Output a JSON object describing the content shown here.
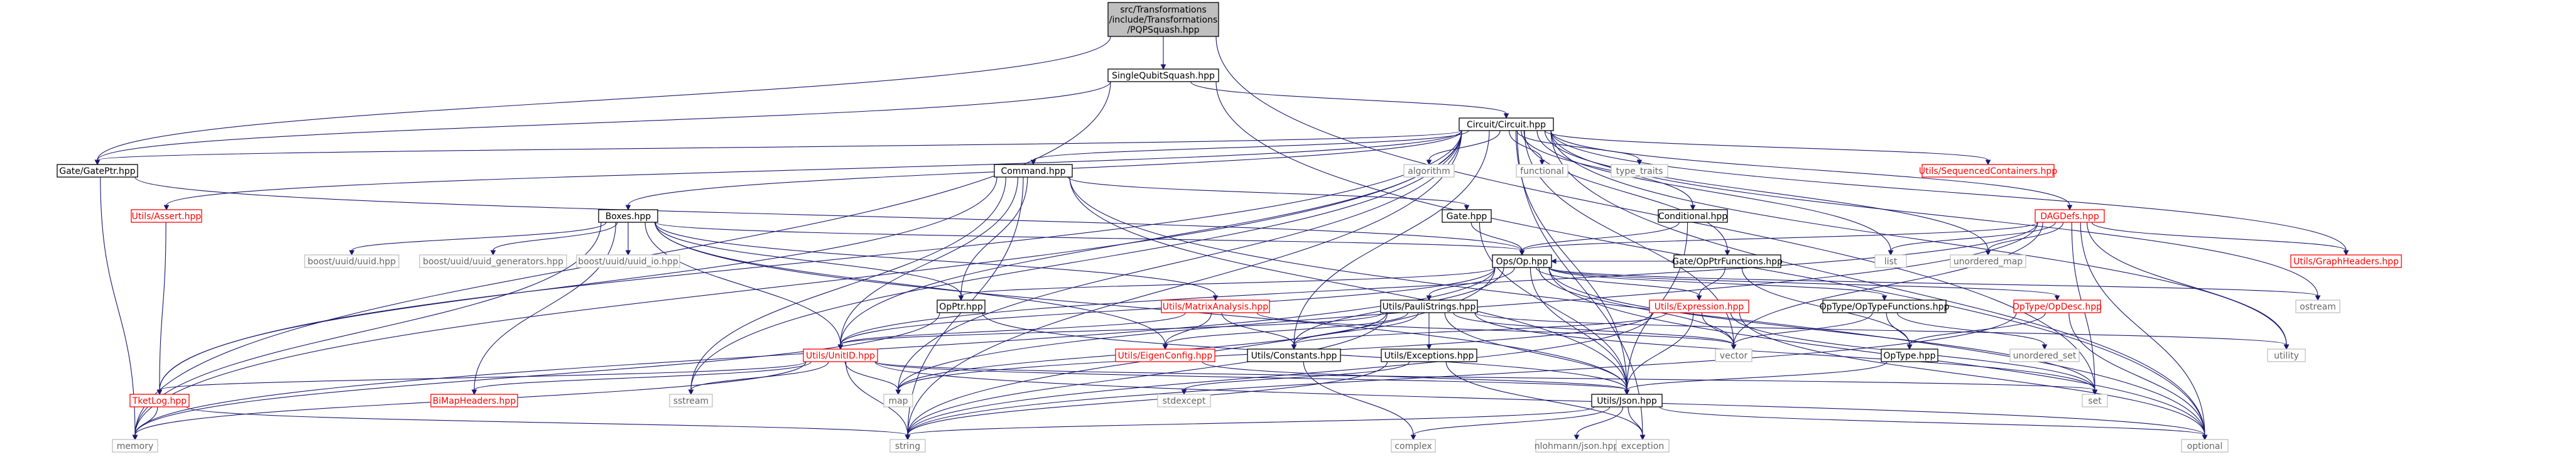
{
  "graph": {
    "nodes": [
      {
        "id": "pq",
        "lines": [
          "src/Transformations",
          "/include/Transformations",
          "/PQPSquash.hpp"
        ],
        "style": "main"
      },
      {
        "id": "sqs",
        "lines": [
          "SingleQubitSquash.hpp"
        ],
        "style": "std"
      },
      {
        "id": "circ",
        "lines": [
          "Circuit/Circuit.hpp"
        ],
        "style": "std"
      },
      {
        "id": "gateptr",
        "lines": [
          "Gate/GatePtr.hpp"
        ],
        "style": "std"
      },
      {
        "id": "command",
        "lines": [
          "Command.hpp"
        ],
        "style": "std"
      },
      {
        "id": "boxes",
        "lines": [
          "Boxes.hpp"
        ],
        "style": "std"
      },
      {
        "id": "gatehpp",
        "lines": [
          "Gate.hpp"
        ],
        "style": "std"
      },
      {
        "id": "conditional",
        "lines": [
          "Conditional.hpp"
        ],
        "style": "std"
      },
      {
        "id": "opptrfun",
        "lines": [
          "Gate/OpPtrFunctions.hpp"
        ],
        "style": "std"
      },
      {
        "id": "ophpp",
        "lines": [
          "Ops/Op.hpp"
        ],
        "style": "std"
      },
      {
        "id": "opptr",
        "lines": [
          "OpPtr.hpp"
        ],
        "style": "std"
      },
      {
        "id": "paulistrings",
        "lines": [
          "Utils/PauliStrings.hpp"
        ],
        "style": "std"
      },
      {
        "id": "optypefun",
        "lines": [
          "OpType/OpTypeFunctions.hpp"
        ],
        "style": "std"
      },
      {
        "id": "optype",
        "lines": [
          "OpType.hpp"
        ],
        "style": "std"
      },
      {
        "id": "constants",
        "lines": [
          "Utils/Constants.hpp"
        ],
        "style": "std"
      },
      {
        "id": "exceptions",
        "lines": [
          "Utils/Exceptions.hpp"
        ],
        "style": "std"
      },
      {
        "id": "json",
        "lines": [
          "Utils/Json.hpp"
        ],
        "style": "std"
      },
      {
        "id": "seqcont",
        "lines": [
          "Utils/SequencedContainers.hpp"
        ],
        "style": "red"
      },
      {
        "id": "dagdefs",
        "lines": [
          "DAGDefs.hpp"
        ],
        "style": "red"
      },
      {
        "id": "graphheaders",
        "lines": [
          "Utils/GraphHeaders.hpp"
        ],
        "style": "red"
      },
      {
        "id": "assert",
        "lines": [
          "Utils/Assert.hpp"
        ],
        "style": "red"
      },
      {
        "id": "tketlog",
        "lines": [
          "TketLog.hpp"
        ],
        "style": "red"
      },
      {
        "id": "matrixanalysis",
        "lines": [
          "Utils/MatrixAnalysis.hpp"
        ],
        "style": "red"
      },
      {
        "id": "expression",
        "lines": [
          "Utils/Expression.hpp"
        ],
        "style": "red"
      },
      {
        "id": "opdesc",
        "lines": [
          "OpType/OpDesc.hpp"
        ],
        "style": "red"
      },
      {
        "id": "eigenconfig",
        "lines": [
          "Utils/EigenConfig.hpp"
        ],
        "style": "red"
      },
      {
        "id": "unitid",
        "lines": [
          "Utils/UnitID.hpp"
        ],
        "style": "red"
      },
      {
        "id": "bimapheaders",
        "lines": [
          "BiMapHeaders.hpp"
        ],
        "style": "red"
      },
      {
        "id": "algorithm",
        "lines": [
          "algorithm"
        ],
        "style": "ext"
      },
      {
        "id": "functional",
        "lines": [
          "functional"
        ],
        "style": "ext"
      },
      {
        "id": "type_traits",
        "lines": [
          "type_traits"
        ],
        "style": "ext"
      },
      {
        "id": "list",
        "lines": [
          "list"
        ],
        "style": "ext"
      },
      {
        "id": "unordered_map",
        "lines": [
          "unordered_map"
        ],
        "style": "ext"
      },
      {
        "id": "boost_uuid",
        "lines": [
          "boost/uuid/uuid.hpp"
        ],
        "style": "ext"
      },
      {
        "id": "boost_uuid_gen",
        "lines": [
          "boost/uuid/uuid_generators.hpp"
        ],
        "style": "ext"
      },
      {
        "id": "boost_uuid_io",
        "lines": [
          "boost/uuid/uuid_io.hpp"
        ],
        "style": "ext"
      },
      {
        "id": "ostream",
        "lines": [
          "ostream"
        ],
        "style": "ext"
      },
      {
        "id": "vector",
        "lines": [
          "vector"
        ],
        "style": "ext"
      },
      {
        "id": "utility",
        "lines": [
          "utility"
        ],
        "style": "ext"
      },
      {
        "id": "unordered_set",
        "lines": [
          "unordered_set"
        ],
        "style": "ext"
      },
      {
        "id": "set",
        "lines": [
          "set"
        ],
        "style": "ext"
      },
      {
        "id": "map",
        "lines": [
          "map"
        ],
        "style": "ext"
      },
      {
        "id": "stdexcept",
        "lines": [
          "stdexcept"
        ],
        "style": "ext"
      },
      {
        "id": "sstream",
        "lines": [
          "sstream"
        ],
        "style": "ext"
      },
      {
        "id": "memory",
        "lines": [
          "memory"
        ],
        "style": "ext"
      },
      {
        "id": "string",
        "lines": [
          "string"
        ],
        "style": "ext"
      },
      {
        "id": "complex",
        "lines": [
          "complex"
        ],
        "style": "ext"
      },
      {
        "id": "nlohmann",
        "lines": [
          "nlohmann/json.hpp"
        ],
        "style": "ext"
      },
      {
        "id": "exception",
        "lines": [
          "exception"
        ],
        "style": "ext"
      },
      {
        "id": "optional",
        "lines": [
          "optional"
        ],
        "style": "ext"
      }
    ],
    "edges": [
      [
        "pq",
        "sqs"
      ],
      [
        "pq",
        "gateptr"
      ],
      [
        "pq",
        "set"
      ],
      [
        "sqs",
        "circ"
      ],
      [
        "sqs",
        "gateptr"
      ],
      [
        "sqs",
        "memory"
      ],
      [
        "sqs",
        "optional"
      ],
      [
        "circ",
        "algorithm"
      ],
      [
        "circ",
        "functional"
      ],
      [
        "circ",
        "type_traits"
      ],
      [
        "circ",
        "seqcont"
      ],
      [
        "circ",
        "dagdefs"
      ],
      [
        "circ",
        "graphheaders"
      ],
      [
        "circ",
        "gateptr"
      ],
      [
        "circ",
        "command"
      ],
      [
        "circ",
        "boxes"
      ],
      [
        "circ",
        "conditional"
      ],
      [
        "circ",
        "opptrfun"
      ],
      [
        "circ",
        "assert"
      ],
      [
        "circ",
        "tketlog"
      ],
      [
        "circ",
        "unitid"
      ],
      [
        "circ",
        "constants"
      ],
      [
        "circ",
        "json"
      ],
      [
        "circ",
        "list"
      ],
      [
        "circ",
        "unordered_map"
      ],
      [
        "circ",
        "vector"
      ],
      [
        "circ",
        "map"
      ],
      [
        "circ",
        "memory"
      ],
      [
        "circ",
        "optional"
      ],
      [
        "circ",
        "sstream"
      ],
      [
        "circ",
        "string"
      ],
      [
        "circ",
        "exception"
      ],
      [
        "circ",
        "utility"
      ],
      [
        "circ",
        "ostream"
      ],
      [
        "command",
        "gatehpp"
      ],
      [
        "command",
        "opptr"
      ],
      [
        "command",
        "unitid"
      ],
      [
        "command",
        "sstream"
      ],
      [
        "command",
        "string"
      ],
      [
        "command",
        "json"
      ],
      [
        "command",
        "optional"
      ],
      [
        "command",
        "tketlog"
      ],
      [
        "gateptr",
        "ophpp"
      ],
      [
        "gateptr",
        "memory"
      ],
      [
        "boxes",
        "boost_uuid"
      ],
      [
        "boxes",
        "boost_uuid_gen"
      ],
      [
        "boxes",
        "boost_uuid_io"
      ],
      [
        "boxes",
        "ophpp"
      ],
      [
        "boxes",
        "opptr"
      ],
      [
        "boxes",
        "matrixanalysis"
      ],
      [
        "boxes",
        "eigenconfig"
      ],
      [
        "boxes",
        "unitid"
      ],
      [
        "boxes",
        "bimapheaders"
      ],
      [
        "boxes",
        "json"
      ],
      [
        "boxes",
        "memory"
      ],
      [
        "gatehpp",
        "ophpp"
      ],
      [
        "gatehpp",
        "json"
      ],
      [
        "conditional",
        "ophpp"
      ],
      [
        "conditional",
        "json"
      ],
      [
        "opptrfun",
        "ophpp"
      ],
      [
        "opptrfun",
        "expression"
      ],
      [
        "opptrfun",
        "optype"
      ],
      [
        "dagdefs",
        "list"
      ],
      [
        "dagdefs",
        "unordered_map"
      ],
      [
        "dagdefs",
        "graphheaders"
      ],
      [
        "dagdefs",
        "unitid"
      ],
      [
        "dagdefs",
        "ophpp"
      ],
      [
        "dagdefs",
        "vector"
      ],
      [
        "dagdefs",
        "set"
      ],
      [
        "dagdefs",
        "utility"
      ],
      [
        "dagdefs",
        "optional"
      ],
      [
        "dagdefs",
        "map"
      ],
      [
        "assert",
        "tketlog"
      ],
      [
        "ophpp",
        "opptr"
      ],
      [
        "ophpp",
        "paulistrings"
      ],
      [
        "ophpp",
        "optypefun"
      ],
      [
        "ophpp",
        "opdesc"
      ],
      [
        "ophpp",
        "expression"
      ],
      [
        "ophpp",
        "constants"
      ],
      [
        "ophpp",
        "json"
      ],
      [
        "ophpp",
        "unitid"
      ],
      [
        "ophpp",
        "ostream"
      ],
      [
        "ophpp",
        "vector"
      ],
      [
        "ophpp",
        "memory"
      ],
      [
        "ophpp",
        "string"
      ],
      [
        "ophpp",
        "set"
      ],
      [
        "ophpp",
        "optional"
      ],
      [
        "opptr",
        "memory"
      ],
      [
        "opptr",
        "json"
      ],
      [
        "paulistrings",
        "constants"
      ],
      [
        "paulistrings",
        "eigenconfig"
      ],
      [
        "paulistrings",
        "exceptions"
      ],
      [
        "paulistrings",
        "json"
      ],
      [
        "paulistrings",
        "unitid"
      ],
      [
        "paulistrings",
        "map"
      ],
      [
        "paulistrings",
        "set"
      ],
      [
        "paulistrings",
        "vector"
      ],
      [
        "paulistrings",
        "string"
      ],
      [
        "paulistrings",
        "utility"
      ],
      [
        "optypefun",
        "optype"
      ],
      [
        "optypefun",
        "vector"
      ],
      [
        "optypefun",
        "unordered_set"
      ],
      [
        "optype",
        "json"
      ],
      [
        "opdesc",
        "optype"
      ],
      [
        "opdesc",
        "optional"
      ],
      [
        "opdesc",
        "string"
      ],
      [
        "expression",
        "json"
      ],
      [
        "expression",
        "set"
      ],
      [
        "expression",
        "vector"
      ],
      [
        "expression",
        "optional"
      ],
      [
        "expression",
        "map"
      ],
      [
        "expression",
        "constants"
      ],
      [
        "expression",
        "string"
      ],
      [
        "matrixanalysis",
        "eigenconfig"
      ],
      [
        "matrixanalysis",
        "constants"
      ],
      [
        "matrixanalysis",
        "vector"
      ],
      [
        "matrixanalysis",
        "unitid"
      ],
      [
        "unitid",
        "tketlog"
      ],
      [
        "unitid",
        "bimapheaders"
      ],
      [
        "unitid",
        "json"
      ],
      [
        "unitid",
        "map"
      ],
      [
        "unitid",
        "memory"
      ],
      [
        "unitid",
        "string"
      ],
      [
        "unitid",
        "sstream"
      ],
      [
        "unitid",
        "set"
      ],
      [
        "unitid",
        "optional"
      ],
      [
        "eigenconfig",
        "json"
      ],
      [
        "constants",
        "complex"
      ],
      [
        "exceptions",
        "stdexcept"
      ],
      [
        "exceptions",
        "string"
      ],
      [
        "exceptions",
        "exception"
      ],
      [
        "tketlog",
        "memory"
      ],
      [
        "tketlog",
        "string"
      ],
      [
        "json",
        "nlohmann"
      ],
      [
        "json",
        "exception"
      ],
      [
        "json",
        "complex"
      ],
      [
        "json",
        "optional"
      ],
      [
        "json",
        "string"
      ]
    ]
  }
}
